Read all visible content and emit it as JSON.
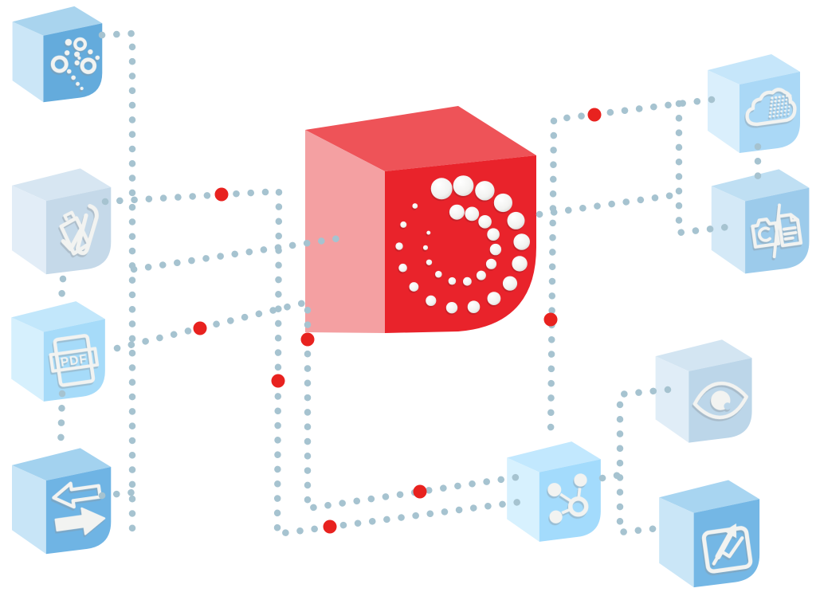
{
  "diagram": {
    "background_color": "#ffffff",
    "connector_color": "#a6c3d0",
    "red_dot_color": "#e8221f",
    "red_dot_count": 8,
    "hub": {
      "id": "red-hub",
      "icon": "dot-spiral-logo-icon",
      "colors": {
        "front": "#e9232b",
        "top": "#ee5358",
        "left": "#f4a0a2"
      }
    },
    "nodes": [
      {
        "id": "brain-network",
        "icon": "brain-network-icon",
        "colors": {
          "front": "#64abdc",
          "top": "#a9d4ee",
          "left": "#cbe6f7"
        }
      },
      {
        "id": "clipboard-check",
        "icon": "clipboard-check-icon",
        "colors": {
          "front": "#c5d9e9",
          "top": "#d7e6f2",
          "left": "#e2edf7"
        }
      },
      {
        "id": "pdf-document",
        "icon": "pdf-document-icon",
        "label": "PDF",
        "colors": {
          "front": "#a6dbf9",
          "top": "#c2e7fb",
          "left": "#d6f0fd"
        }
      },
      {
        "id": "transfer-arrows",
        "icon": "transfer-arrows-icon",
        "colors": {
          "front": "#6fb4e4",
          "top": "#a3d2ef",
          "left": "#c8e5f7"
        }
      },
      {
        "id": "cloud-data",
        "icon": "cloud-data-icon",
        "colors": {
          "front": "#aad8f6",
          "top": "#c6e6fa",
          "left": "#daeffc"
        }
      },
      {
        "id": "media-document",
        "icon": "camera-document-icon",
        "colors": {
          "front": "#9ccbeb",
          "top": "#bfdff3",
          "left": "#d4e9f7"
        }
      },
      {
        "id": "eye-view",
        "icon": "eye-icon",
        "colors": {
          "front": "#bcd6e9",
          "top": "#d3e5f2",
          "left": "#e0edf7"
        }
      },
      {
        "id": "network-share",
        "icon": "network-share-icon",
        "colors": {
          "front": "#a3dbfc",
          "top": "#c2e8fe",
          "left": "#d7f1fe"
        }
      },
      {
        "id": "chart-growth",
        "icon": "chart-growth-icon",
        "colors": {
          "front": "#74b7e5",
          "top": "#a8d5f1",
          "left": "#cae6f7"
        }
      }
    ]
  }
}
